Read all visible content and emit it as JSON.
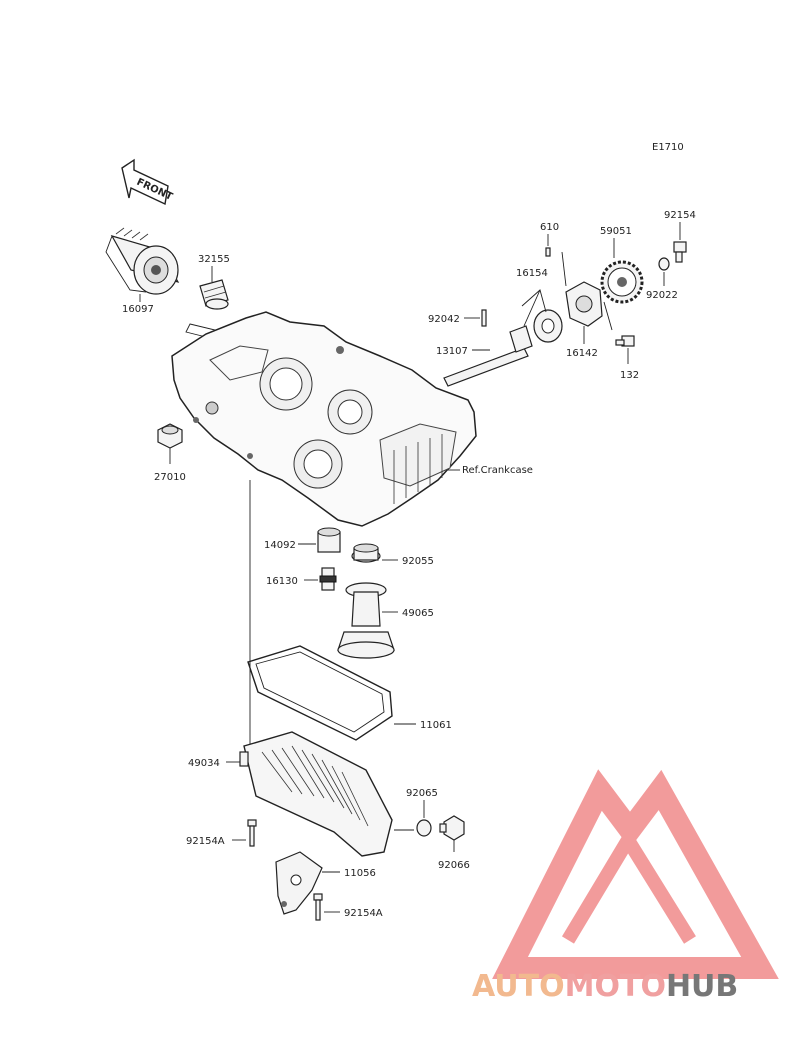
{
  "diagram_code": "E1710",
  "front_label": "FRONT",
  "ref_label": "Ref.Crankcase",
  "parts": [
    {
      "id": "p16097",
      "label": "16097"
    },
    {
      "id": "p32155",
      "label": "32155"
    },
    {
      "id": "p27010",
      "label": "27010"
    },
    {
      "id": "p92042",
      "label": "92042"
    },
    {
      "id": "p13107",
      "label": "13107"
    },
    {
      "id": "p16154",
      "label": "16154"
    },
    {
      "id": "p610",
      "label": "610"
    },
    {
      "id": "p59051",
      "label": "59051"
    },
    {
      "id": "p92154",
      "label": "92154"
    },
    {
      "id": "p92022",
      "label": "92022"
    },
    {
      "id": "p16142",
      "label": "16142"
    },
    {
      "id": "p132",
      "label": "132"
    },
    {
      "id": "p14092",
      "label": "14092"
    },
    {
      "id": "p92055",
      "label": "92055"
    },
    {
      "id": "p16130",
      "label": "16130"
    },
    {
      "id": "p49065",
      "label": "49065"
    },
    {
      "id": "p11061",
      "label": "11061"
    },
    {
      "id": "p49034",
      "label": "49034"
    },
    {
      "id": "p92065",
      "label": "92065"
    },
    {
      "id": "p92154A_1",
      "label": "92154A"
    },
    {
      "id": "p92066",
      "label": "92066"
    },
    {
      "id": "p11056",
      "label": "11056"
    },
    {
      "id": "p92154A_2",
      "label": "92154A"
    }
  ],
  "watermark": {
    "part1": "AUTO",
    "part2": "MOTO",
    "part3": "HUB",
    "color1": "#f2b98f",
    "color2": "#f0a0a0",
    "color3": "#777777",
    "logo_color": "#f08a8a"
  }
}
